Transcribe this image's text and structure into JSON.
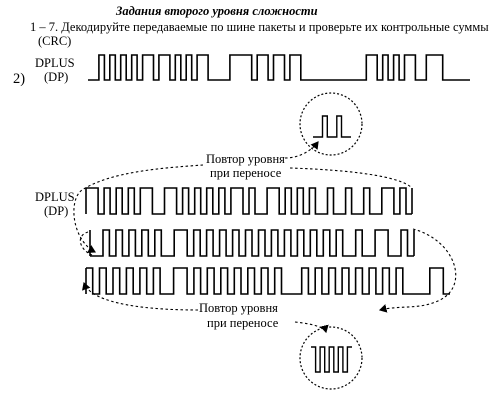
{
  "header": {
    "title": "Задания второго уровня сложности",
    "task_line1": "1 – 7. Декодируйте передаваемые по шине пакеты и проверьте их контрольные суммы",
    "task_line2": "(CRC)",
    "task_number": "2)"
  },
  "signal_label": {
    "line1": "DPLUS",
    "line2": "(DP)"
  },
  "annotation_top": {
    "line1": "Повтор уровня",
    "line2": "при переносе"
  },
  "annotation_bottom": {
    "line1": "Повтор уровня",
    "line2": "при переносе"
  },
  "waveforms": {
    "packet_1": "LLHLHLHLHLHHLHHLHLHLHHLLLLHHHHLHHLHHLHHLLLLLLLLLLLLHHLHLHLHHLLHHHLLLLL",
    "packet_2_row1": "HHLHLHLHLHHLLHHLHLHLHLHLHHLHLLHHLHLHLHLLHLLHLLHLLHHLHL",
    "packet_2_row2": "LLHLHLHLHLHLLHHLHLHLHLHLHLHLHLHLHLHLHLHLLHLLHHLLHL",
    "packet_2_row3": "HLHLHLHLHLHLLHHLHLHLHLHLHLHLHLLLHLHLHLHLHLHLHLHLLLLHHL",
    "zoom_top": "LLHLLHLL",
    "zoom_bottom": "HLHLHLHLH"
  },
  "colors": {
    "line": "#000000",
    "background": "#ffffff"
  }
}
